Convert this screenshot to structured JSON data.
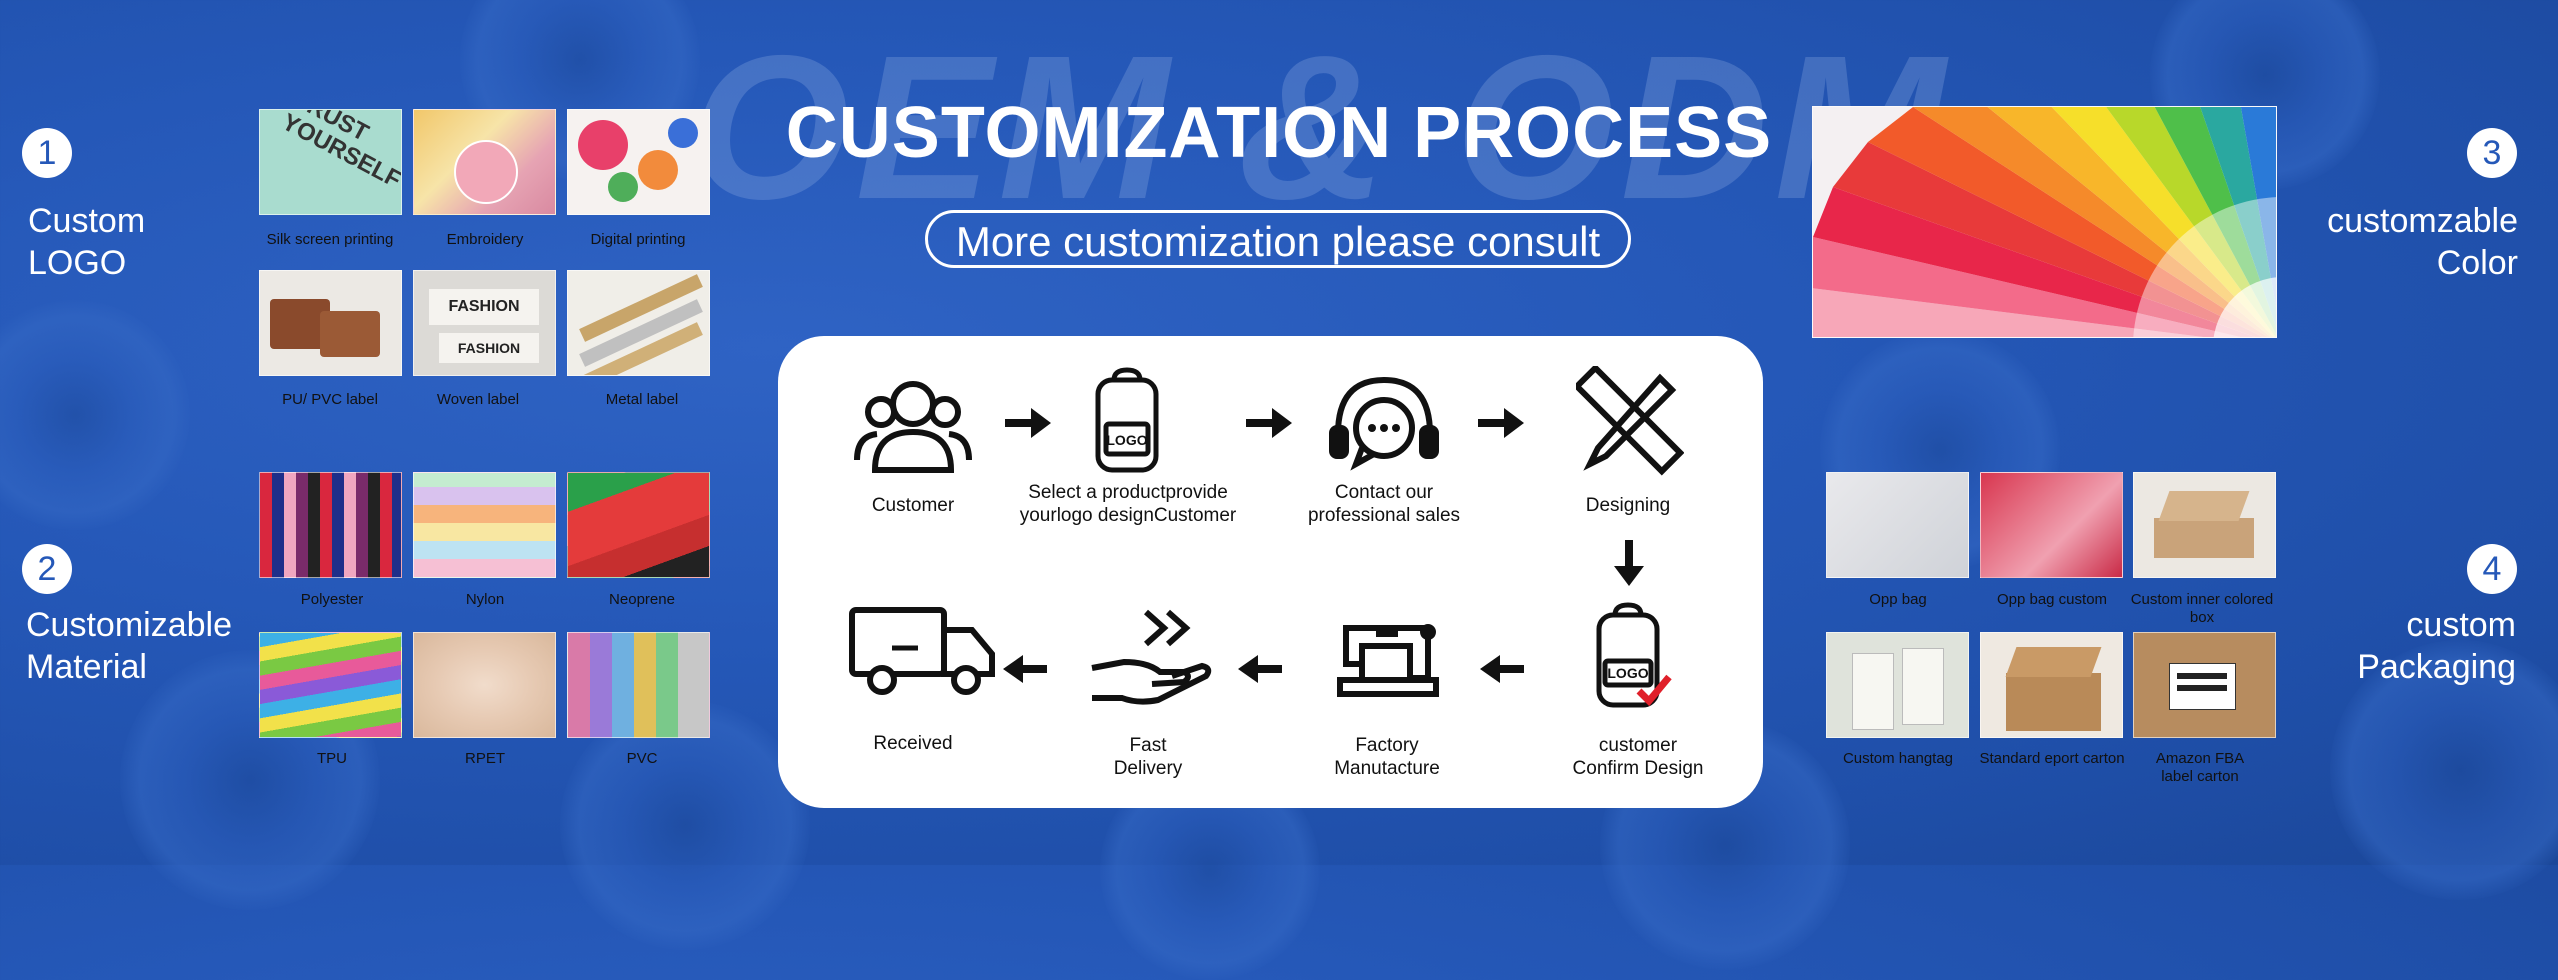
{
  "watermark": "OEM & ODM",
  "title": "CUSTOMIZATION PROCESS",
  "consult_label": "More customization please consult",
  "sections": {
    "logo": {
      "number": "1",
      "line1": "Custom",
      "line2": "LOGO"
    },
    "material": {
      "number": "2",
      "line1": "Customizable",
      "line2": "Material"
    },
    "color": {
      "number": "3",
      "line1": "customzable",
      "line2": "Color"
    },
    "packaging": {
      "number": "4",
      "line1": "custom",
      "line2": "Packaging"
    }
  },
  "logo_items": [
    "Silk screen printing",
    "Embroidery",
    "Digital printing",
    "PU/ PVC label",
    "Woven label",
    "Metal label"
  ],
  "material_items": [
    "Polyester",
    "Nylon",
    "Neoprene",
    "TPU",
    "RPET",
    "PVC"
  ],
  "packaging_items": [
    "Opp bag",
    "Opp bag  custom",
    "Custom inner colored box",
    "Custom hangtag",
    "Standard eport carton",
    "Amazon FBA label carton"
  ],
  "thumb_texts": {
    "trust_line1": "TRUST",
    "trust_line2": "YOURSELF",
    "fashion": "FASHION",
    "logo": "LOGO"
  },
  "steps": {
    "customer": "Customer",
    "select_line1": "Select a productprovide",
    "select_line2": "yourlogo designCustomer",
    "contact_line1": "Contact our",
    "contact_line2": "professional sales",
    "designing": "Designing",
    "confirm_line1": "customer",
    "confirm_line2": "Confirm Design",
    "factory_line1": "Factory",
    "factory_line2": "Manutacture",
    "delivery_line1": "Fast",
    "delivery_line2": "Delivery",
    "received": "Received"
  },
  "colors": {
    "background": "#2558b8",
    "accent_red": "#e0202a"
  }
}
